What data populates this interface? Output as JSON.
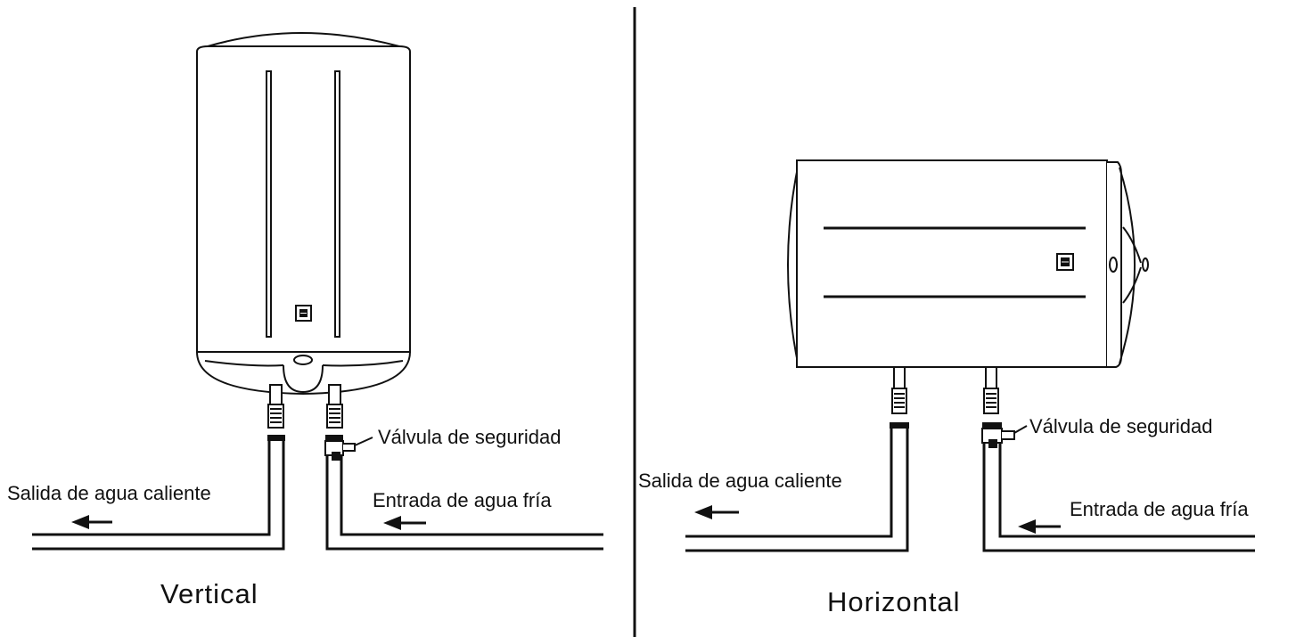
{
  "vertical": {
    "title": "Vertical",
    "labels": {
      "safety_valve": "Válvula de seguridad",
      "hot_outlet": "Salida de agua caliente",
      "cold_inlet": "Entrada de agua fría"
    }
  },
  "horizontal": {
    "title": "Horizontal",
    "labels": {
      "safety_valve": "Válvula de seguridad",
      "hot_outlet": "Salida de agua caliente",
      "cold_inlet": "Entrada de agua fría"
    }
  }
}
